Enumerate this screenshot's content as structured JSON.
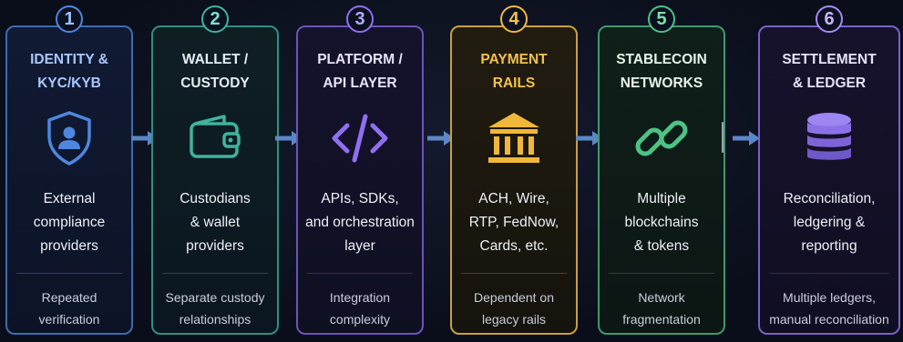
{
  "steps": [
    {
      "number": "1",
      "title": "IDENTITY &\nKYC/KYB",
      "title_color": "#a9c7ff",
      "accent": "#3d6bb0",
      "description": "External\ncompliance\nproviders",
      "note": "Repeated\nverification",
      "icon": "shield-user-icon"
    },
    {
      "number": "2",
      "title": "WALLET /\nCUSTODY",
      "title_color": "#e6ecf4",
      "accent": "#2f8f80",
      "description": "Custodians\n& wallet\nproviders",
      "note": "Separate custody\nrelationships",
      "icon": "wallet-icon"
    },
    {
      "number": "3",
      "title": "PLATFORM /\nAPI LAYER",
      "title_color": "#e6e3f6",
      "accent": "#6d52b8",
      "description": "APIs, SDKs,\nand orchestration\nlayer",
      "note": "Integration\ncomplexity",
      "icon": "code-brackets-icon"
    },
    {
      "number": "4",
      "title": "PAYMENT\nRAILS",
      "title_color": "#f2c14e",
      "accent": "#c9a03c",
      "description": "ACH, Wire,\nRTP, FedNow,\nCards, etc.",
      "note": "Dependent on\nlegacy rails",
      "icon": "bank-icon"
    },
    {
      "number": "5",
      "title": "STABLECOIN\nNETWORKS",
      "title_color": "#e6f4ea",
      "accent": "#3f9a6b",
      "description": "Multiple\nblockchains\n& tokens",
      "note": "Network\nfragmentation",
      "icon": "chain-link-icon"
    },
    {
      "number": "6",
      "title": "SETTLEMENT\n& LEDGER",
      "title_color": "#e6e3f6",
      "accent": "#7a60c8",
      "description": "Reconciliation,\nledgering &\nreporting",
      "note": "Multiple ledgers,\nmanual reconciliation",
      "icon": "database-icon"
    }
  ],
  "arrow_color": "#5b87c7"
}
